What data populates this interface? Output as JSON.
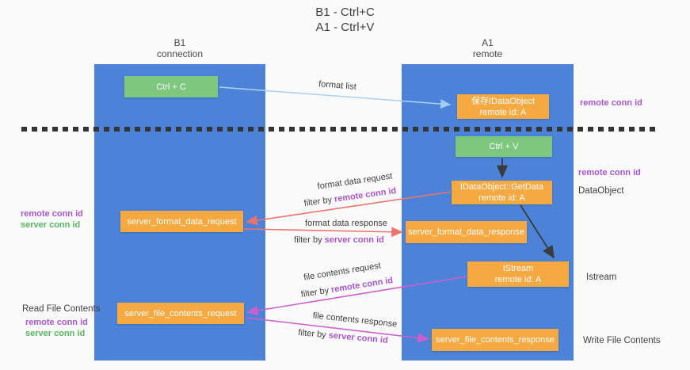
{
  "title": {
    "line1": "B1 - Ctrl+C",
    "line2": "A1 - Ctrl+V"
  },
  "lanes": {
    "left": {
      "title": "B1",
      "subtitle": "connection"
    },
    "right": {
      "title": "A1",
      "subtitle": "remote"
    }
  },
  "nodes": {
    "ctrl_c": {
      "label": "Ctrl + C"
    },
    "save_idataobject": {
      "line1": "保存IDataObject",
      "line2": "remote id: A"
    },
    "ctrl_v": {
      "label": "Ctrl + V"
    },
    "getdata": {
      "line1": "IDataObject::GetData",
      "line2": "remote id: A"
    },
    "format_request": {
      "label": "server_format_data_request"
    },
    "format_response": {
      "label": "server_format_data_response"
    },
    "istream": {
      "line1": "IStream",
      "line2": "remote id: A"
    },
    "file_request": {
      "label": "server_file_contents_request"
    },
    "file_response": {
      "label": "server_file_contents_response"
    }
  },
  "arrow_labels": {
    "format_list": "format list",
    "format_data_request": "format data request",
    "format_data_response": "format data response",
    "file_contents_request": "file contents request",
    "file_contents_response": "file contents response",
    "filter_by": "filter by",
    "remote_conn_id": "remote conn id",
    "server_conn_id": "server conn id"
  },
  "side_labels": {
    "remote_conn_id_top": "remote conn id",
    "remote_conn_id_mid": "remote conn id",
    "dataobject": "DataObject",
    "istream": "Istream",
    "write_file_contents": "Write File Contents",
    "read_file_contents": "Read File Contents",
    "left_remote_conn_id_1": "remote conn id",
    "left_server_conn_id_1": "server conn id",
    "left_remote_conn_id_2": "remote conn id",
    "left_server_conn_id_2": "server conn id"
  },
  "colors": {
    "lane-blue": "#4c83d8",
    "node-green": "#7dc77f",
    "node-orange": "#f7a941",
    "arrow-red": "#ee736d",
    "arrow-magenta": "#cd5ecd",
    "arrow-blue": "#a9d3f0",
    "arrow-dark": "#3b3b3b",
    "text-purple": "#a955d1",
    "text-green": "#58b75f",
    "text-dark": "#3f3f3f"
  }
}
